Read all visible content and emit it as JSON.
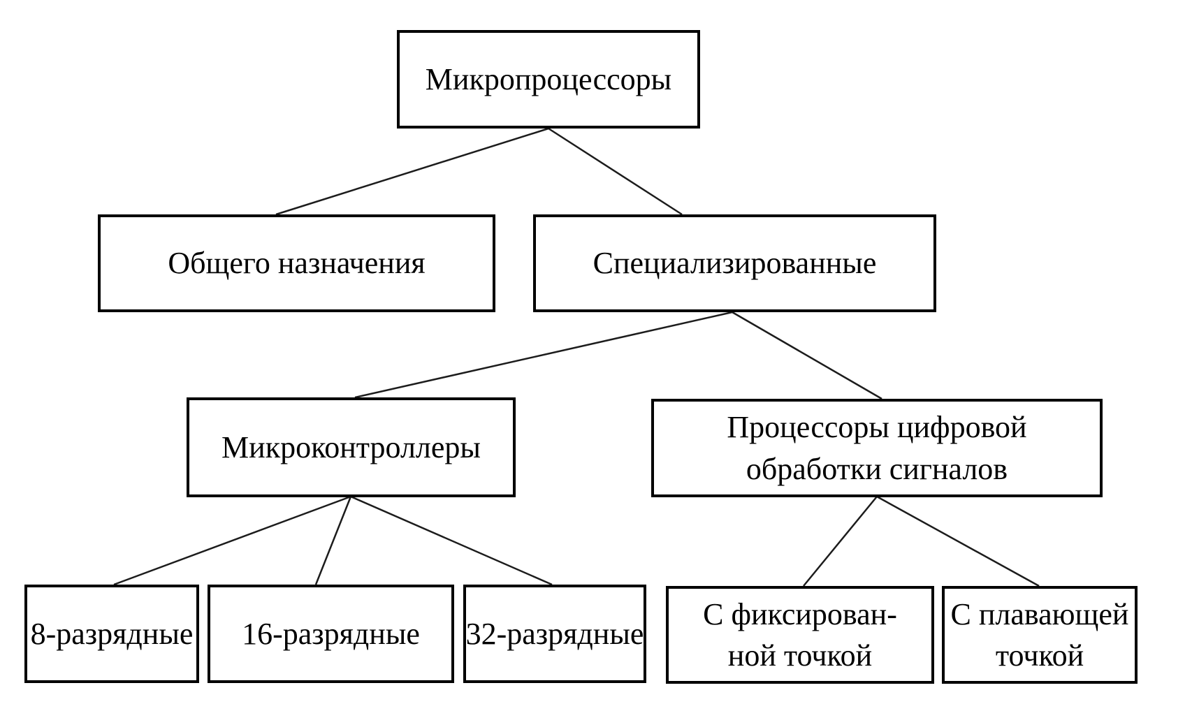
{
  "diagram": {
    "type": "tree",
    "language": "ru",
    "colors": {
      "background": "#ffffff",
      "box_fill": "#ffffff",
      "box_border": "#000000",
      "text": "#000000",
      "connector": "#1c1c1c"
    },
    "nodes": {
      "microprocessors": {
        "label": "Микропроцессоры"
      },
      "general_purpose": {
        "label": "Общего назначения"
      },
      "specialized": {
        "label": "Специализированные"
      },
      "microcontrollers": {
        "label": "Микроконтроллеры"
      },
      "dsp": {
        "label": "Процессоры цифровой\nобработки сигналов"
      },
      "bit8": {
        "label": "8-разрядные"
      },
      "bit16": {
        "label": "16-разрядные"
      },
      "bit32": {
        "label": "32-разрядные"
      },
      "fixed_point": {
        "label": "С фиксирован-\nной точкой"
      },
      "floating_point": {
        "label": "С плавающей\nточкой"
      }
    },
    "edges": [
      {
        "from": "microprocessors",
        "to": "general_purpose"
      },
      {
        "from": "microprocessors",
        "to": "specialized"
      },
      {
        "from": "specialized",
        "to": "microcontrollers"
      },
      {
        "from": "specialized",
        "to": "dsp"
      },
      {
        "from": "microcontrollers",
        "to": "bit8"
      },
      {
        "from": "microcontrollers",
        "to": "bit16"
      },
      {
        "from": "microcontrollers",
        "to": "bit32"
      },
      {
        "from": "dsp",
        "to": "fixed_point"
      },
      {
        "from": "dsp",
        "to": "floating_point"
      }
    ]
  }
}
